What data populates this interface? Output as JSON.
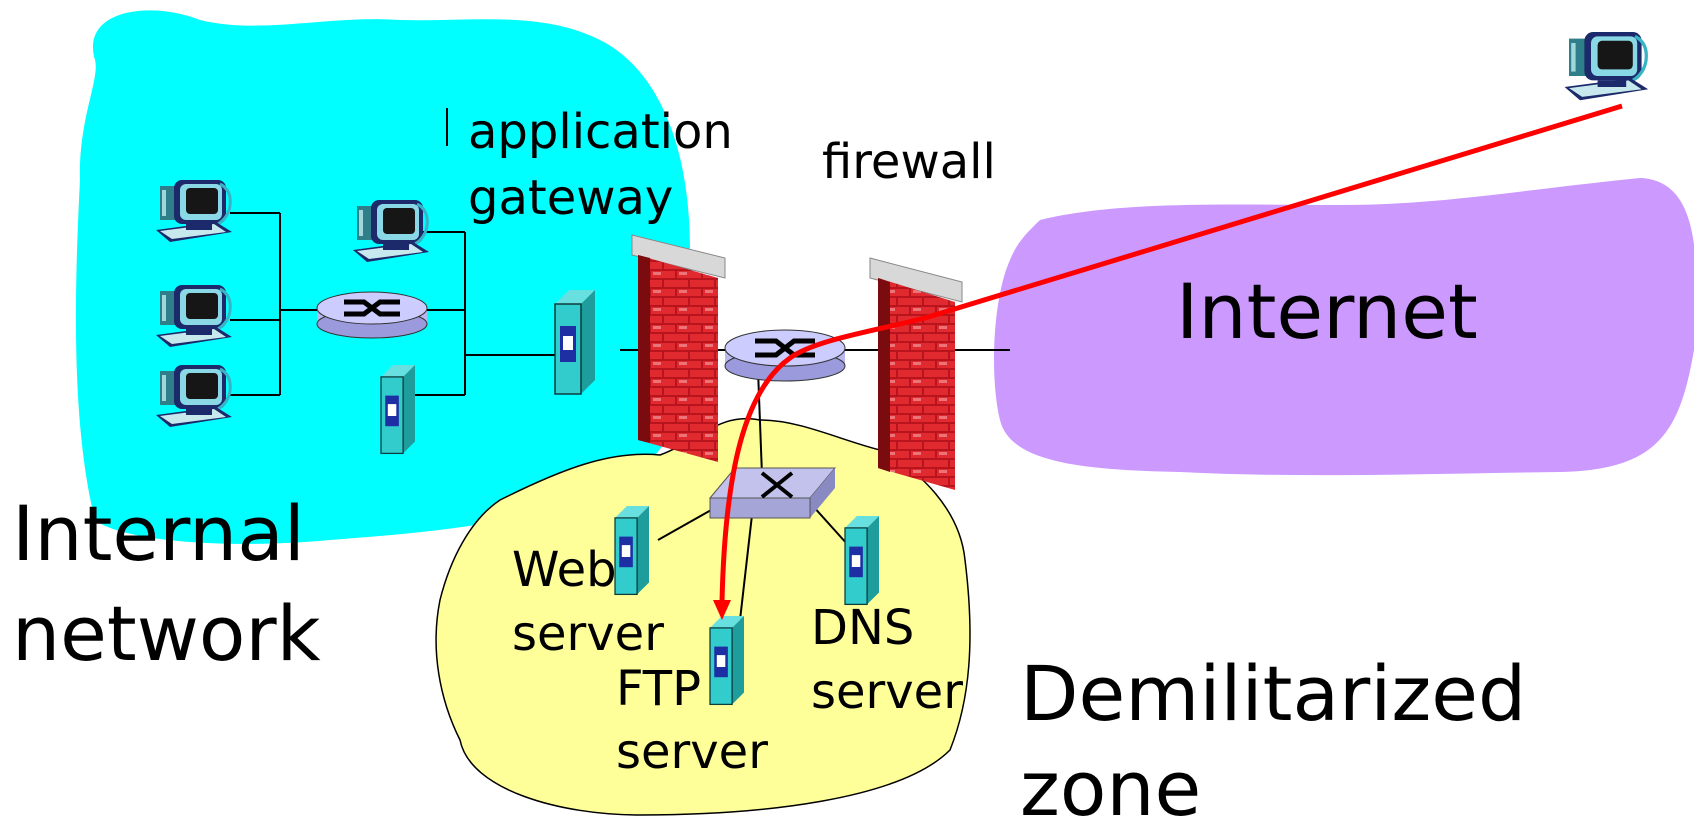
{
  "labels": {
    "application_gateway": [
      "application",
      "gateway"
    ],
    "firewall": "firewall",
    "internet": "Internet",
    "internal_network": [
      "Internal",
      "network"
    ],
    "web_server": [
      "Web",
      "server"
    ],
    "ftp_server": [
      "FTP",
      "server"
    ],
    "dns_server": [
      "DNS",
      "server"
    ],
    "dmz": [
      "Demilitarized",
      "zone"
    ]
  },
  "colors": {
    "internal_network": "#00ffff",
    "internet": "#cc99ff",
    "dmz": "#ffff99",
    "traffic_path": "#ff0000",
    "brick": "#cc2222",
    "server": "#33cccc"
  },
  "icons": [
    "computer-icon",
    "router-icon",
    "switch-icon",
    "server-icon",
    "firewall-wall-icon"
  ]
}
